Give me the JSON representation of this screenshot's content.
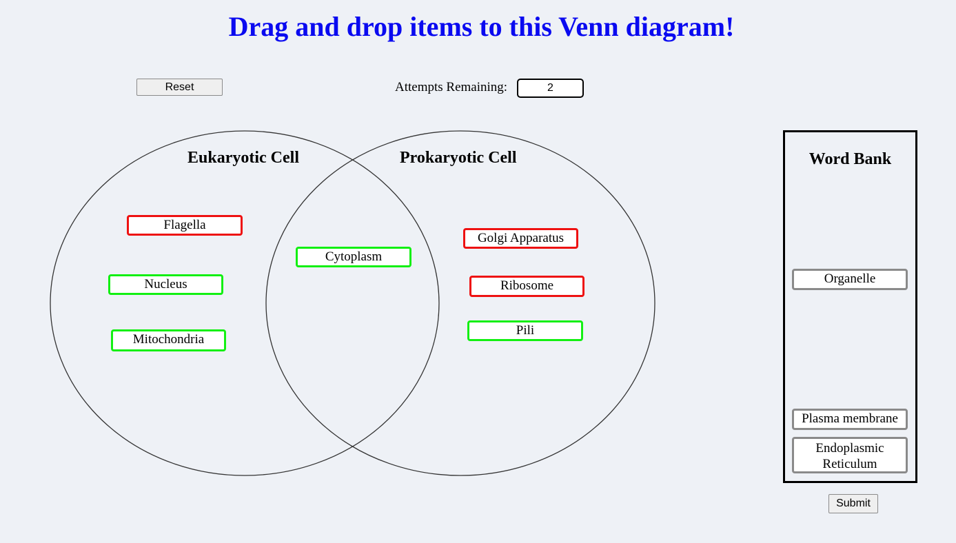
{
  "title": "Drag and drop items to this Venn diagram!",
  "controls": {
    "reset_label": "Reset",
    "attempts_label": "Attempts Remaining:",
    "attempts_value": "2",
    "submit_label": "Submit"
  },
  "venn": {
    "left_label": "Eukaryotic Cell",
    "right_label": "Prokaryotic Cell",
    "placed_items": [
      {
        "label": "Flagella",
        "status": "incorrect"
      },
      {
        "label": "Nucleus",
        "status": "correct"
      },
      {
        "label": "Mitochondria",
        "status": "correct"
      },
      {
        "label": "Cytoplasm",
        "status": "correct"
      },
      {
        "label": "Golgi Apparatus",
        "status": "incorrect"
      },
      {
        "label": "Ribosome",
        "status": "incorrect"
      },
      {
        "label": "Pili",
        "status": "correct"
      }
    ]
  },
  "word_bank": {
    "title": "Word Bank",
    "items": [
      {
        "label": "Organelle"
      },
      {
        "label": "Plasma membrane"
      },
      {
        "label": "Endoplasmic Reticulum"
      }
    ]
  },
  "colors": {
    "title": "#0a0af0",
    "correct_border": "#12f012",
    "incorrect_border": "#ee1111",
    "bank_border": "#8a8a8a",
    "background": "#eef1f6"
  }
}
